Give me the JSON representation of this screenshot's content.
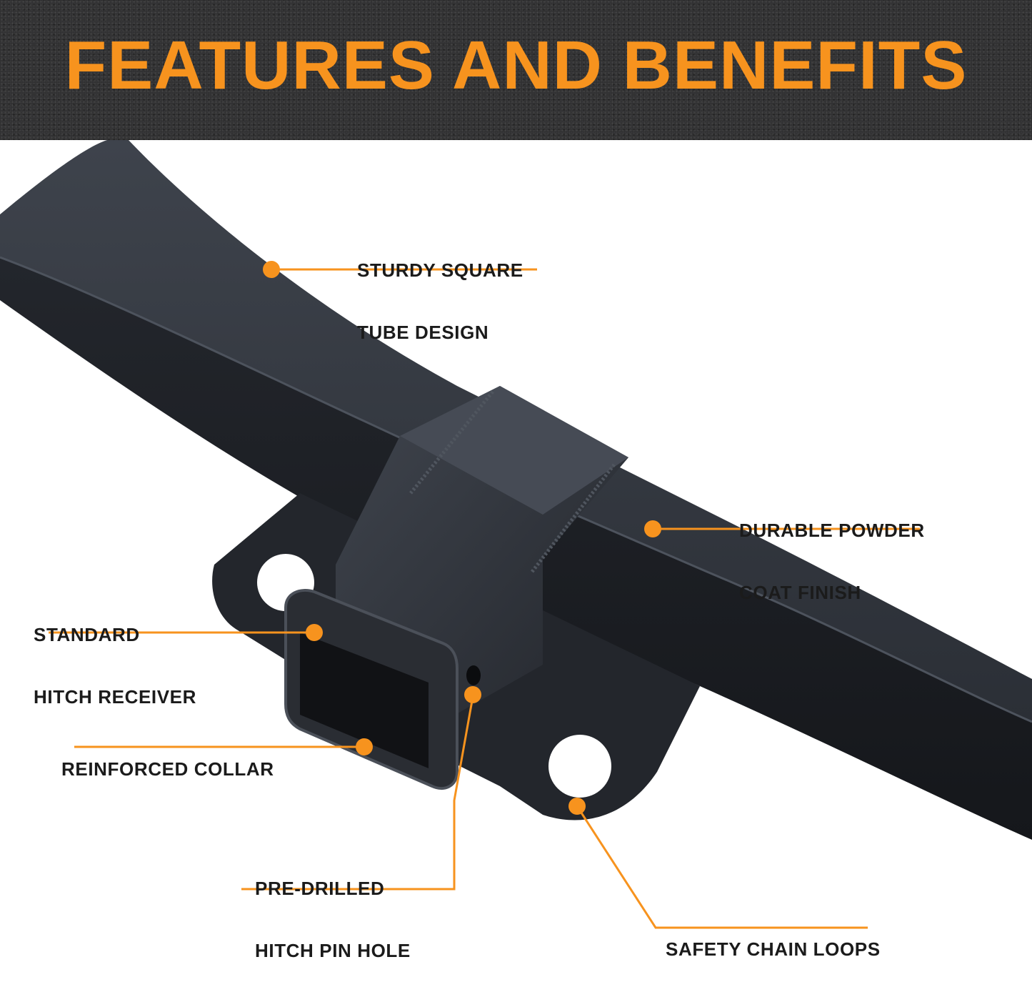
{
  "banner": {
    "title": "FEATURES AND BENEFITS",
    "title_color": "#f7931e",
    "background": "#2f2f30"
  },
  "product": {
    "description": "black tow hitch receiver",
    "body_color": "#2c2f36"
  },
  "callouts": [
    {
      "id": "square-tube",
      "line1": "STURDY SQUARE",
      "line2": "TUBE DESIGN"
    },
    {
      "id": "powder-coat",
      "line1": "DURABLE POWDER",
      "line2": "COAT FINISH"
    },
    {
      "id": "hitch-receiver",
      "line1": "STANDARD",
      "line2": "HITCH RECEIVER"
    },
    {
      "id": "reinforced-collar",
      "line1": "REINFORCED COLLAR",
      "line2": ""
    },
    {
      "id": "pin-hole",
      "line1": "PRE-DRILLED",
      "line2": "HITCH PIN HOLE"
    },
    {
      "id": "chain-loops",
      "line1": "SAFETY CHAIN LOOPS",
      "line2": ""
    }
  ],
  "accent_color": "#f7931e"
}
